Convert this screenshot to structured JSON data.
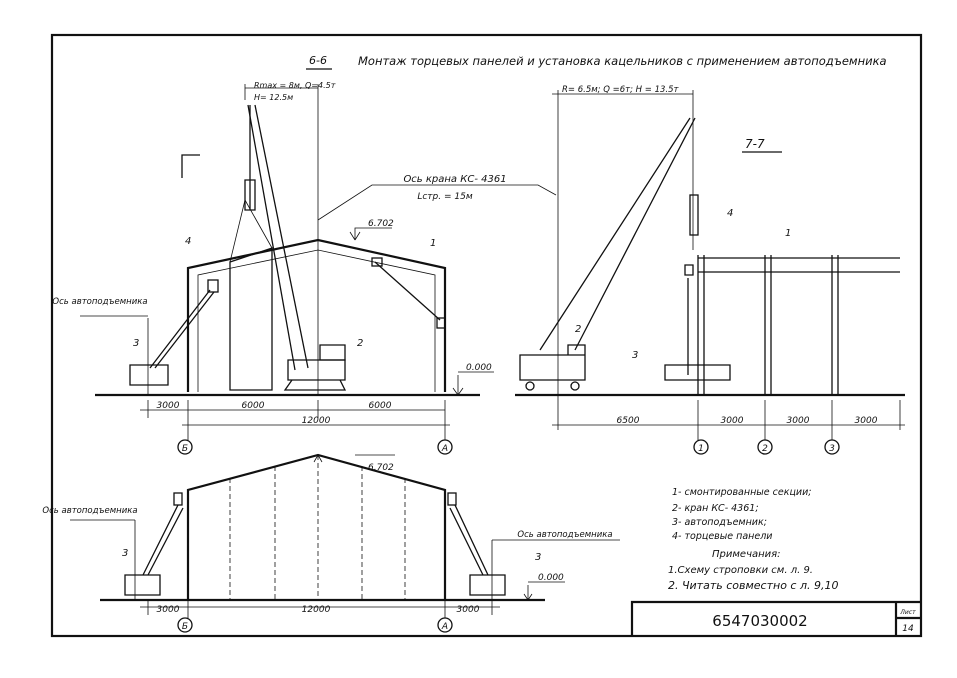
{
  "section_6_6": {
    "mark": "6-6",
    "title": "Монтаж торцевых панелей и установка кацельников с применением автоподъемника",
    "crane_params_1": "Rmax = 8м, Q=4.5т",
    "crane_params_2": "H= 12.5м",
    "crane_axis": "Ось крана КС- 4361",
    "boom_length": "Lстр. = 15м",
    "elev_top": "6.702",
    "elev_zero": "0.000",
    "lift_axis": "Ось автоподъемника",
    "callouts": [
      "1",
      "2",
      "3",
      "4"
    ],
    "dims": [
      "3000",
      "6000",
      "6000",
      "12000"
    ],
    "axes": [
      "Б",
      "А"
    ]
  },
  "section_7_7": {
    "mark": "7-7",
    "crane_params": "R= 6.5м; Q =6т; H = 13.5т",
    "callouts": [
      "1",
      "2",
      "3",
      "4"
    ],
    "dims": [
      "6500",
      "3000",
      "3000",
      "3000"
    ],
    "axes": [
      "1",
      "2",
      "3"
    ]
  },
  "elevation": {
    "elev_top": "6.702",
    "elev_zero": "0.000",
    "lift_axis_left": "Ось автоподъемника",
    "lift_axis_right": "Ось автоподъемника",
    "callouts": [
      "3",
      "3"
    ],
    "dims": [
      "3000",
      "12000",
      "3000"
    ],
    "axes": [
      "Б",
      "А"
    ]
  },
  "legend": [
    "1- смонтированные секции;",
    "2- кран КС- 4361;",
    "3- автоподъемник;",
    "4- торцевые панели"
  ],
  "notes_title": "Примечания:",
  "notes": [
    "1.Схему строповки см. л. 9.",
    "2. Читать совместно с л. 9,10"
  ],
  "title_block": {
    "doc_number": "6547030002",
    "sheet_label": "Лист",
    "sheet_number": "14"
  }
}
